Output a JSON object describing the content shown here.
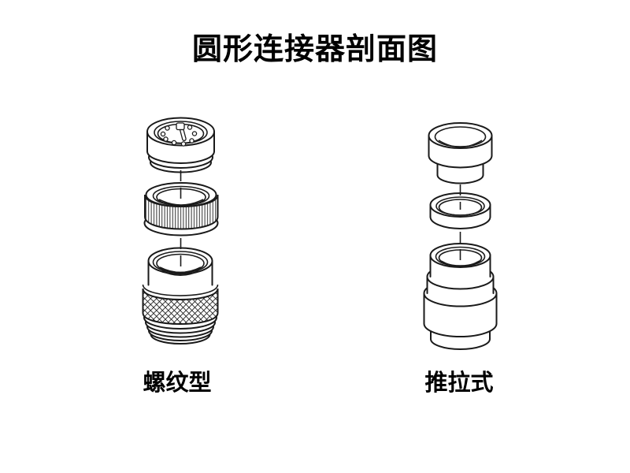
{
  "page": {
    "background": "#ffffff",
    "line_color": "#1a1a1a",
    "text_color": "#000000"
  },
  "diagram": {
    "title": "圆形连接器剖面图",
    "connectors": [
      {
        "label": "螺纹型"
      },
      {
        "label": "推拉式"
      }
    ]
  }
}
